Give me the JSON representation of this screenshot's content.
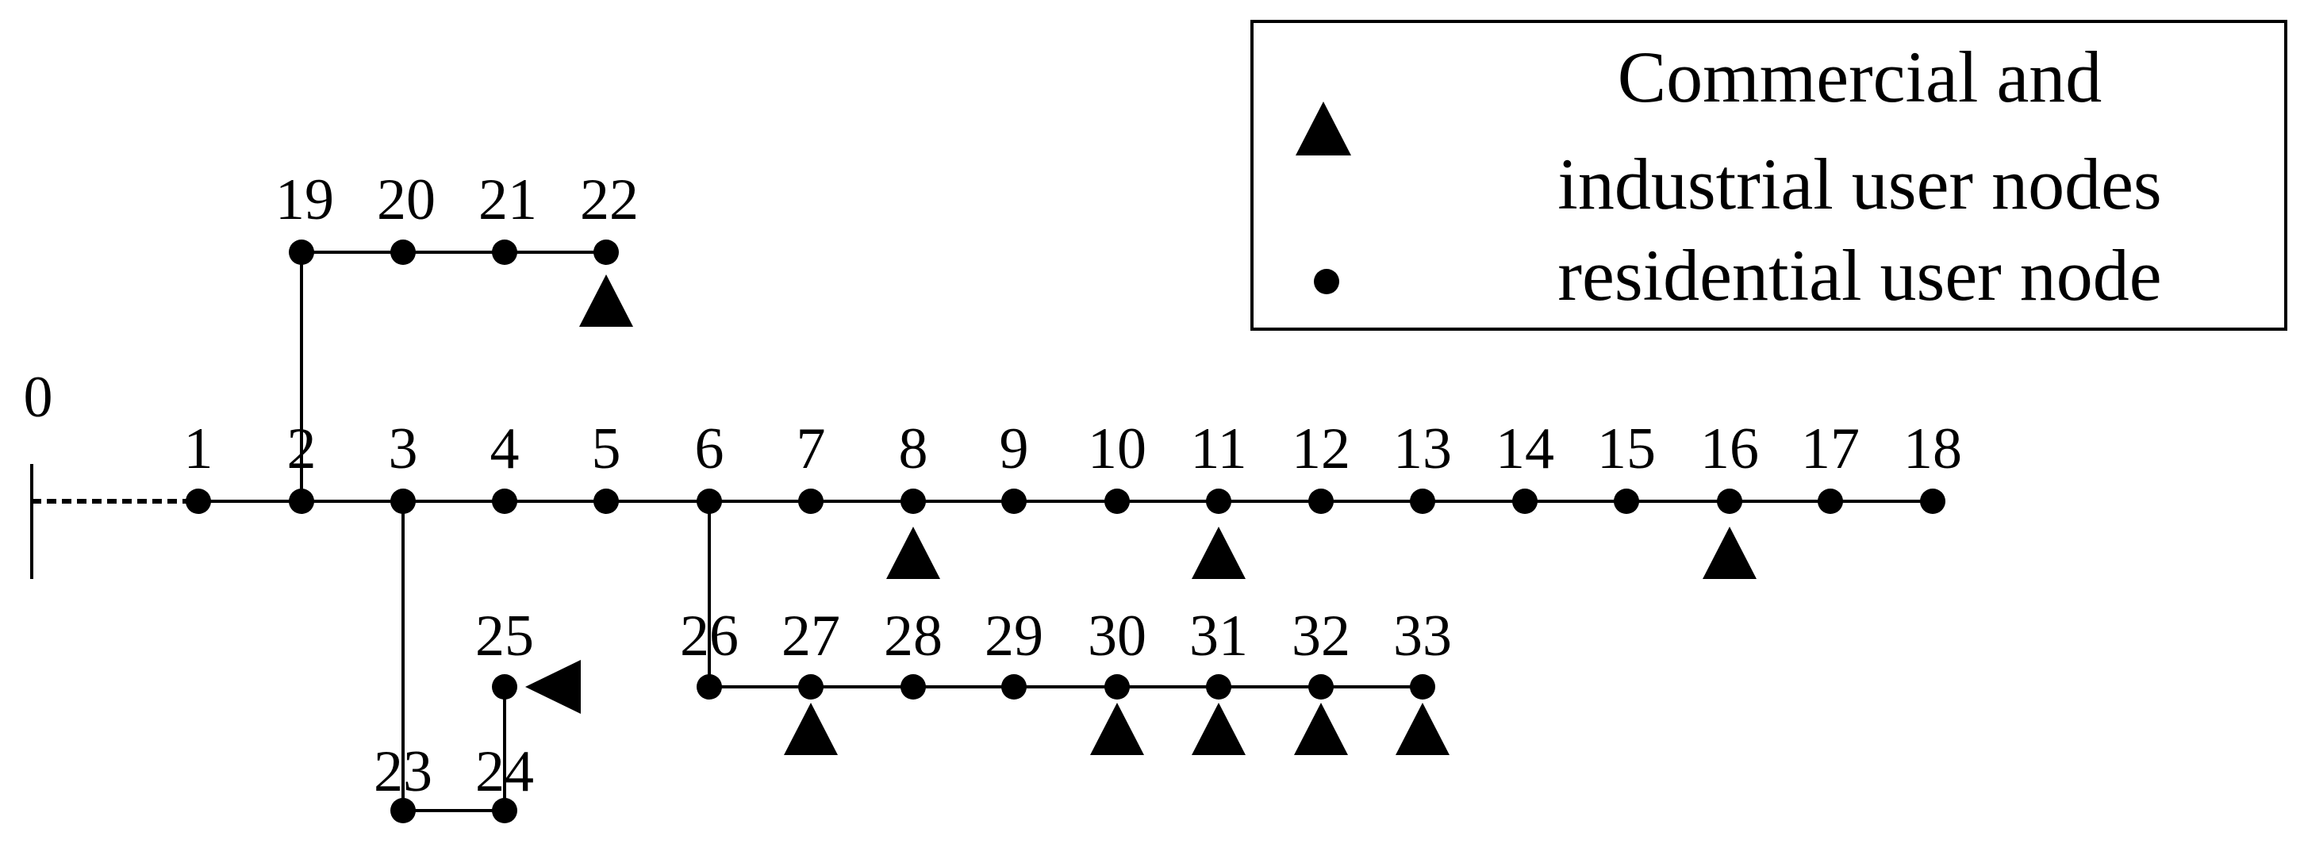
{
  "diagram": {
    "source_label": "0",
    "node_labels": [
      "1",
      "2",
      "3",
      "4",
      "5",
      "6",
      "7",
      "8",
      "9",
      "10",
      "11",
      "12",
      "13",
      "14",
      "15",
      "16",
      "17",
      "18",
      "19",
      "20",
      "21",
      "22",
      "23",
      "24",
      "25",
      "26",
      "27",
      "28",
      "29",
      "30",
      "31",
      "32",
      "33"
    ],
    "residential_nodes": [
      "1",
      "2",
      "3",
      "4",
      "5",
      "6",
      "7",
      "8",
      "9",
      "10",
      "11",
      "12",
      "13",
      "14",
      "15",
      "16",
      "17",
      "18",
      "19",
      "20",
      "21",
      "22",
      "23",
      "24",
      "25",
      "26",
      "27",
      "28",
      "29",
      "30",
      "31",
      "32",
      "33"
    ],
    "commercial_industrial_nodes": [
      "8",
      "11",
      "16",
      "22",
      "25",
      "27",
      "30",
      "31",
      "32",
      "33"
    ],
    "branches": [
      [
        "0",
        "1"
      ],
      [
        "1",
        "2"
      ],
      [
        "2",
        "3"
      ],
      [
        "3",
        "4"
      ],
      [
        "4",
        "5"
      ],
      [
        "5",
        "6"
      ],
      [
        "6",
        "7"
      ],
      [
        "7",
        "8"
      ],
      [
        "8",
        "9"
      ],
      [
        "9",
        "10"
      ],
      [
        "10",
        "11"
      ],
      [
        "11",
        "12"
      ],
      [
        "12",
        "13"
      ],
      [
        "13",
        "14"
      ],
      [
        "14",
        "15"
      ],
      [
        "15",
        "16"
      ],
      [
        "16",
        "17"
      ],
      [
        "17",
        "18"
      ],
      [
        "2",
        "19"
      ],
      [
        "19",
        "20"
      ],
      [
        "20",
        "21"
      ],
      [
        "21",
        "22"
      ],
      [
        "3",
        "23"
      ],
      [
        "23",
        "24"
      ],
      [
        "24",
        "25"
      ],
      [
        "6",
        "26"
      ],
      [
        "26",
        "27"
      ],
      [
        "27",
        "28"
      ],
      [
        "28",
        "29"
      ],
      [
        "29",
        "30"
      ],
      [
        "30",
        "31"
      ],
      [
        "31",
        "32"
      ],
      [
        "32",
        "33"
      ]
    ],
    "colors": {
      "line": "#000000",
      "node": "#000000",
      "background": "#ffffff"
    }
  },
  "legend": {
    "commercial_line1": "Commercial and",
    "commercial_line2": "industrial user nodes",
    "residential": "residential user node",
    "commercial_marker_icon": "triangle-icon",
    "residential_marker_icon": "dot-icon"
  }
}
